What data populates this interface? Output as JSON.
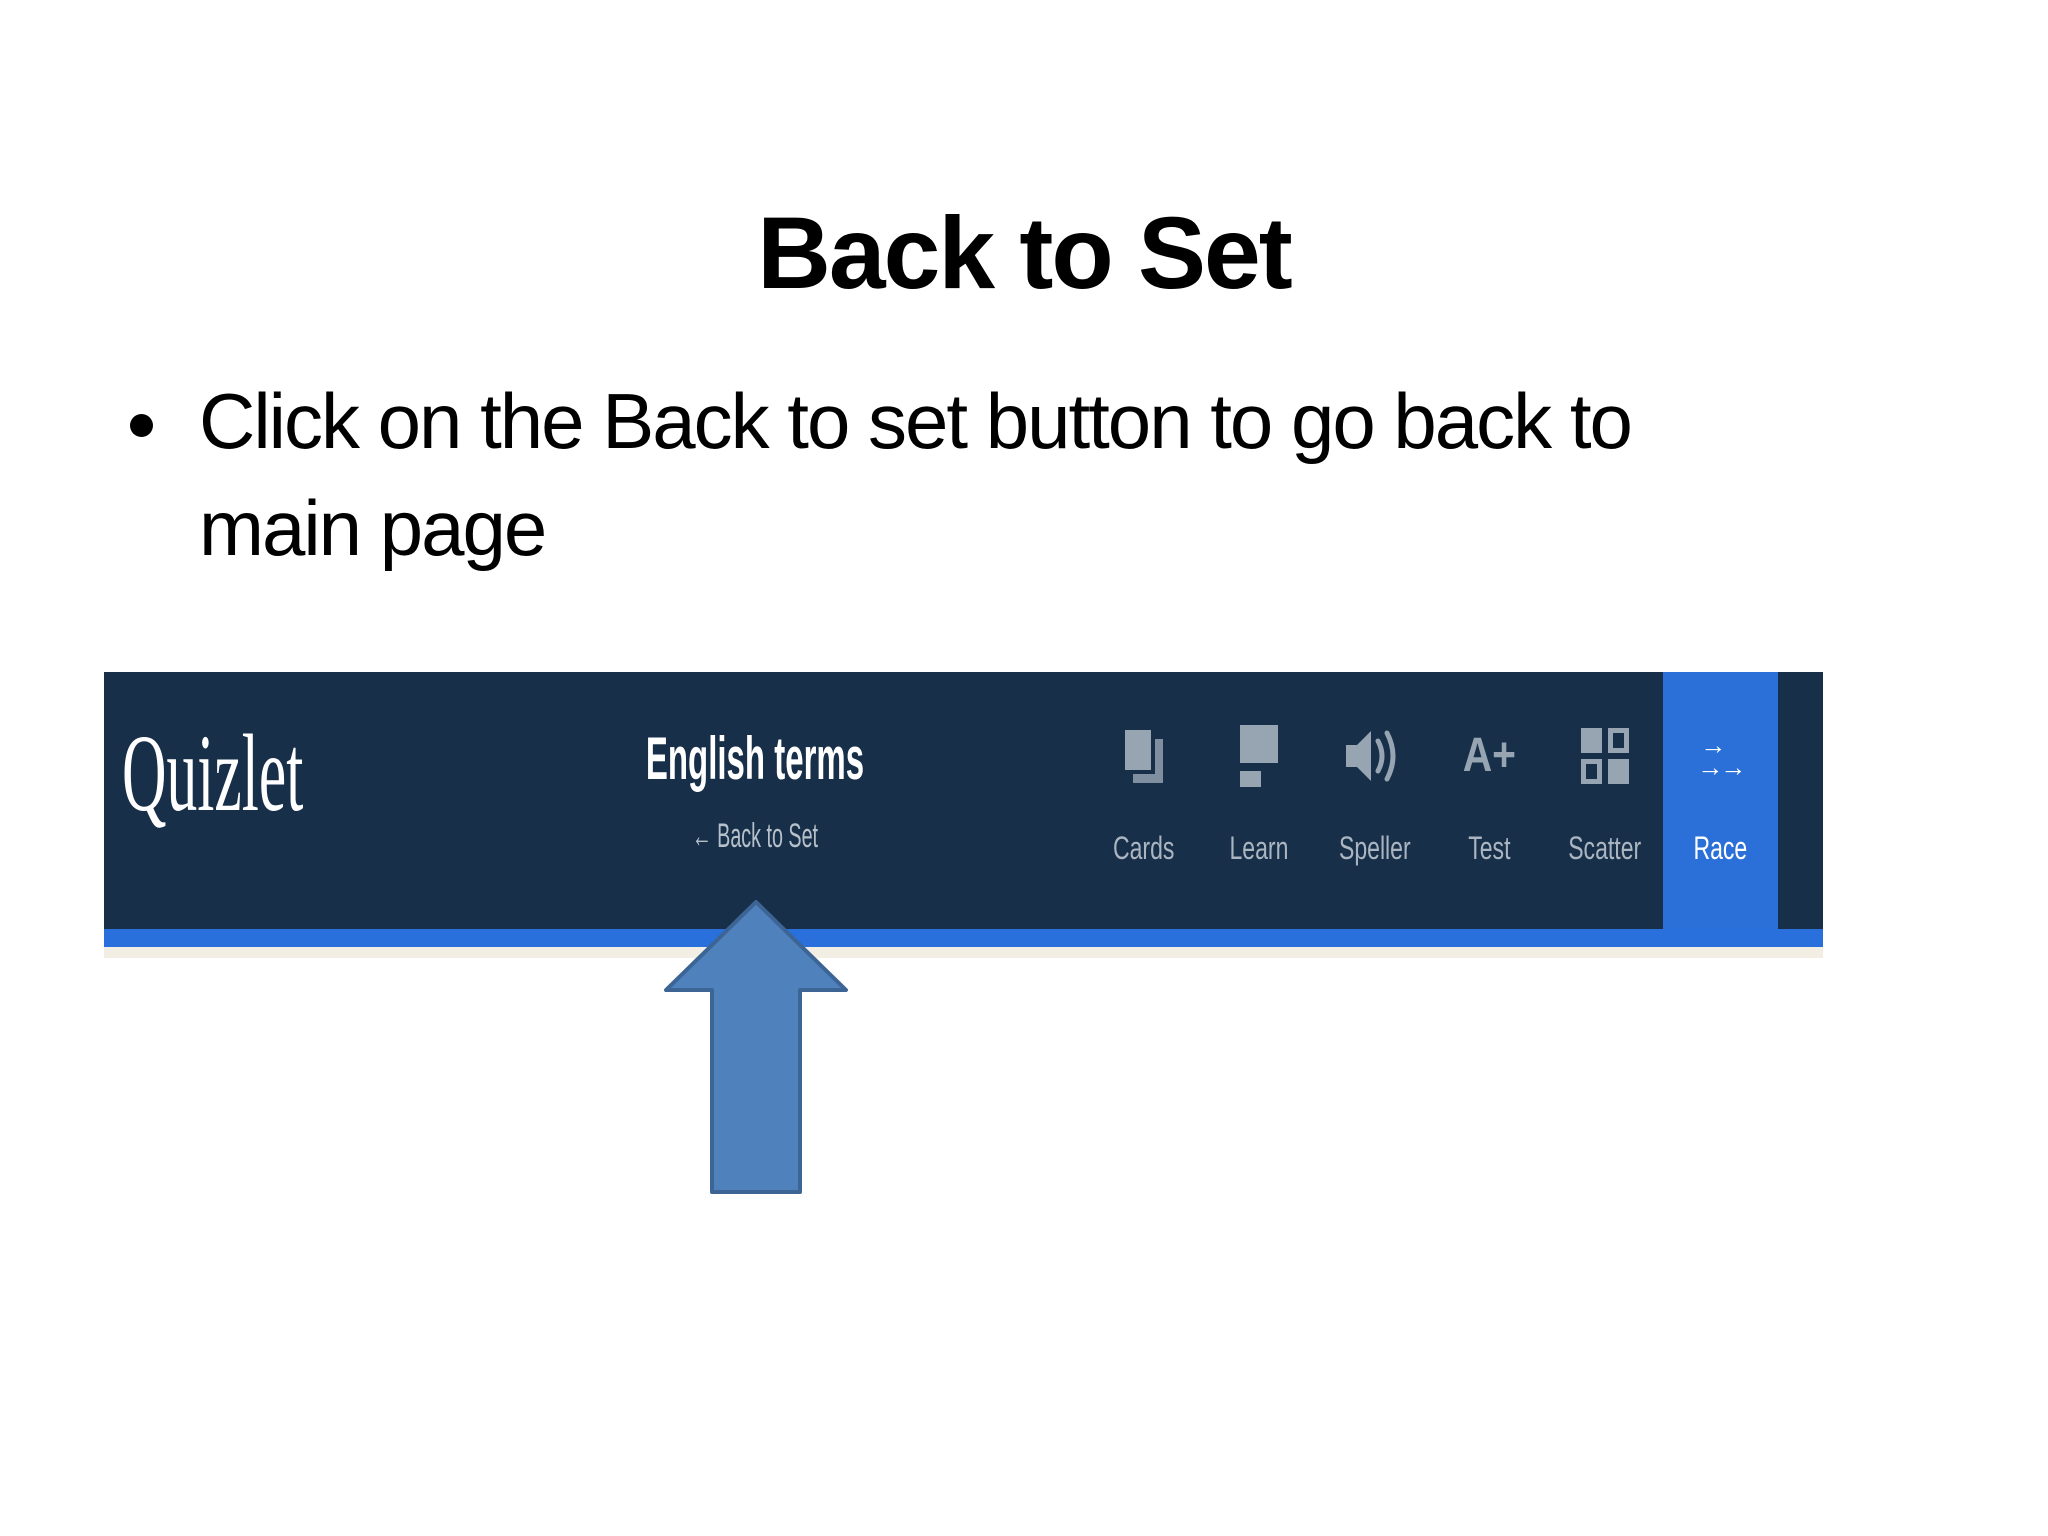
{
  "slide": {
    "title": "Back to Set",
    "bullet": {
      "marker": "•",
      "lines": [
        "Click on the Back to set button to go back to",
        "main page"
      ]
    }
  },
  "quizlet": {
    "logo": "Quizlet",
    "set_title": "English terms",
    "back_link": "← Back to Set",
    "nav": [
      {
        "label": "Cards",
        "icon": "cards-icon"
      },
      {
        "label": "Learn",
        "icon": "learn-icon"
      },
      {
        "label": "Speller",
        "icon": "speller-icon"
      },
      {
        "label": "Test",
        "icon": "test-icon",
        "icon_text": "A+"
      },
      {
        "label": "Scatter",
        "icon": "scatter-icon"
      },
      {
        "label": "Race",
        "icon": "race-icon",
        "active": true,
        "icon_glyphs": [
          "→",
          "→→"
        ]
      }
    ],
    "colors": {
      "navbar_bg": "#172f48",
      "active_tab": "#2b6fd9",
      "underline": "#2a70dc",
      "shadow_strip": "#f3eee3",
      "icon_gray": "#97a5b3",
      "label_gray": "#aab5c1",
      "back_link_gray": "#b6c0ca"
    }
  },
  "arrow": {
    "fill": "#4f81bd",
    "border": "#3c6494"
  }
}
